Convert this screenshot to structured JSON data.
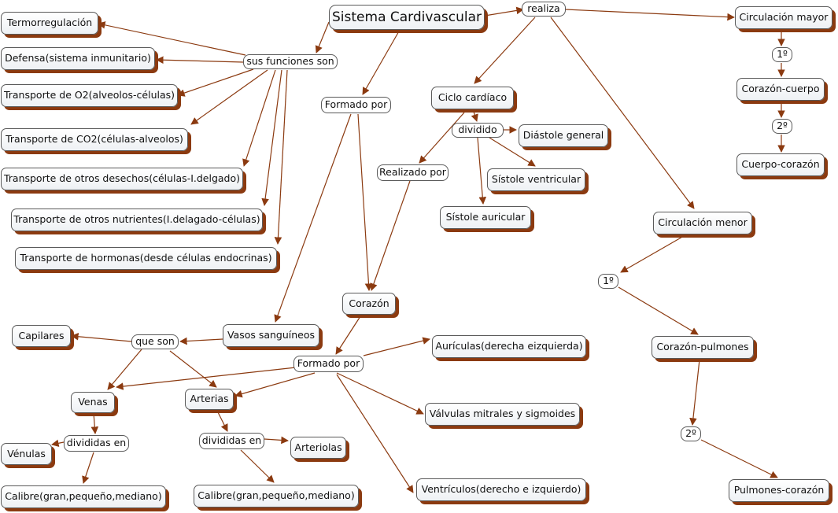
{
  "colors": {
    "link": "#8b3a10",
    "shadow": "#8b3a10",
    "border": "#5a5a5a"
  },
  "concepts": {
    "sistema": "Sistema Cardivascular",
    "realiza": "realiza",
    "circ_mayor": "Circulación mayor",
    "cm_1": "1º",
    "corazon_cuerpo": "Corazón-cuerpo",
    "cm_2": "2º",
    "cuerpo_corazon": "Cuerpo-corazón",
    "termo": "Termorregulación",
    "sus_funciones": "sus funciones son",
    "defensa": "Defensa(sistema inmunitario)",
    "t_o2": "Transporte de O2(alveolos-células)",
    "t_co2": "Transporte de CO2(células-alveolos)",
    "t_desechos": "Transporte de otros desechos(células-I.delgado)",
    "t_nutrientes": "Transporte de otros nutrientes(I.delagado-células)",
    "t_hormonas": "Transporte de hormonas(desde células endocrinas)",
    "formado_1": "Formado por",
    "ciclo": "Ciclo cardíaco",
    "dividido": "dividido",
    "diastole": "Diástole general",
    "sistole_v": "Sístole ventricular",
    "realizado": "Realizado por",
    "sistole_a": "Sístole auricular",
    "circ_menor": "Circulación menor",
    "cmn_1": "1º",
    "corazon_pulmones": "Corazón-pulmones",
    "cmn_2": "2º",
    "pulmones_corazon": "Pulmones-corazón",
    "corazon": "Corazón",
    "vasos": "Vasos sanguíneos",
    "capilares": "Capilares",
    "que_son": "que son",
    "formado_2": "Formado por",
    "auriculas": "Aurículas(derecha eizquierda)",
    "venas": "Venas",
    "arterias": "Arterias",
    "valvulas": "Válvulas mitrales y sigmoides",
    "divididas_1": "divididas en",
    "divididas_2": "divididas en",
    "arteriolas": "Arteriolas",
    "venulas": "Vénulas",
    "calibre_1": "Calibre(gran,pequeño,mediano)",
    "calibre_2": "Calibre(gran,pequeño,mediano)",
    "ventriculos": "Ventrículos(derecho e izquierdo)"
  }
}
